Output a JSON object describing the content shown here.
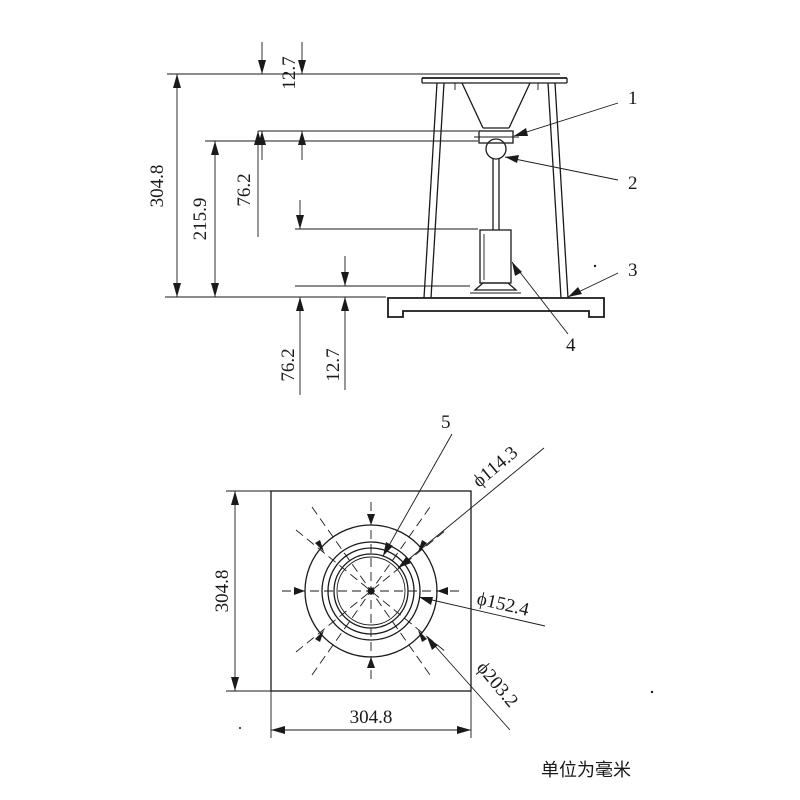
{
  "side_view": {
    "dims": {
      "overall_height": "304.8",
      "funnel_to_base": "215.9",
      "upper_gap": "76.2",
      "top_offset": "12.7",
      "lower_gap": "76.2",
      "bottom_offset": "12.7"
    },
    "callouts": [
      "1",
      "2",
      "3",
      "4"
    ]
  },
  "plan_view": {
    "callout": "5",
    "width": "304.8",
    "height": "304.8",
    "diameters": [
      "ϕ114.3",
      "ϕ152.4",
      "ϕ203.2"
    ]
  },
  "units_note": "单位为毫米"
}
